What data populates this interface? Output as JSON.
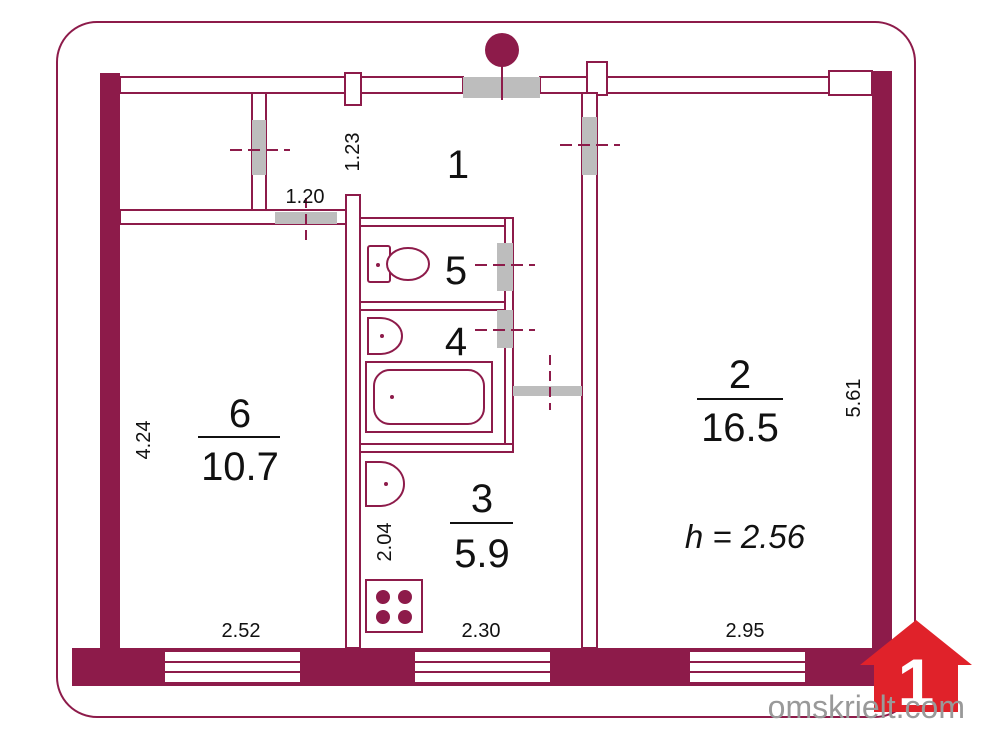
{
  "colors": {
    "wall": "#8d1b4a",
    "door": "#bdbdbd",
    "text": "#111111",
    "logo": "#e0222a"
  },
  "rooms": [
    {
      "number": "1",
      "area": ""
    },
    {
      "number": "2",
      "area": "16.5"
    },
    {
      "number": "3",
      "area": "5.9"
    },
    {
      "number": "4",
      "area": ""
    },
    {
      "number": "5",
      "area": ""
    },
    {
      "number": "6",
      "area": "10.7"
    }
  ],
  "dimensions": {
    "corridor_width": "1.23",
    "pantry_width": "1.20",
    "room6_length": "4.24",
    "room2_length": "5.61",
    "kitchen_length": "2.04",
    "room6_width": "2.52",
    "kitchen_width": "2.30",
    "room2_width": "2.95"
  },
  "ceiling_height": "h = 2.56",
  "fixtures": [
    "toilet-icon",
    "sink-icon",
    "bathtub-icon",
    "kitchen-sink-icon",
    "stove-icon"
  ],
  "brand": {
    "logo_digit": "1",
    "site": "omskrielt.com"
  }
}
